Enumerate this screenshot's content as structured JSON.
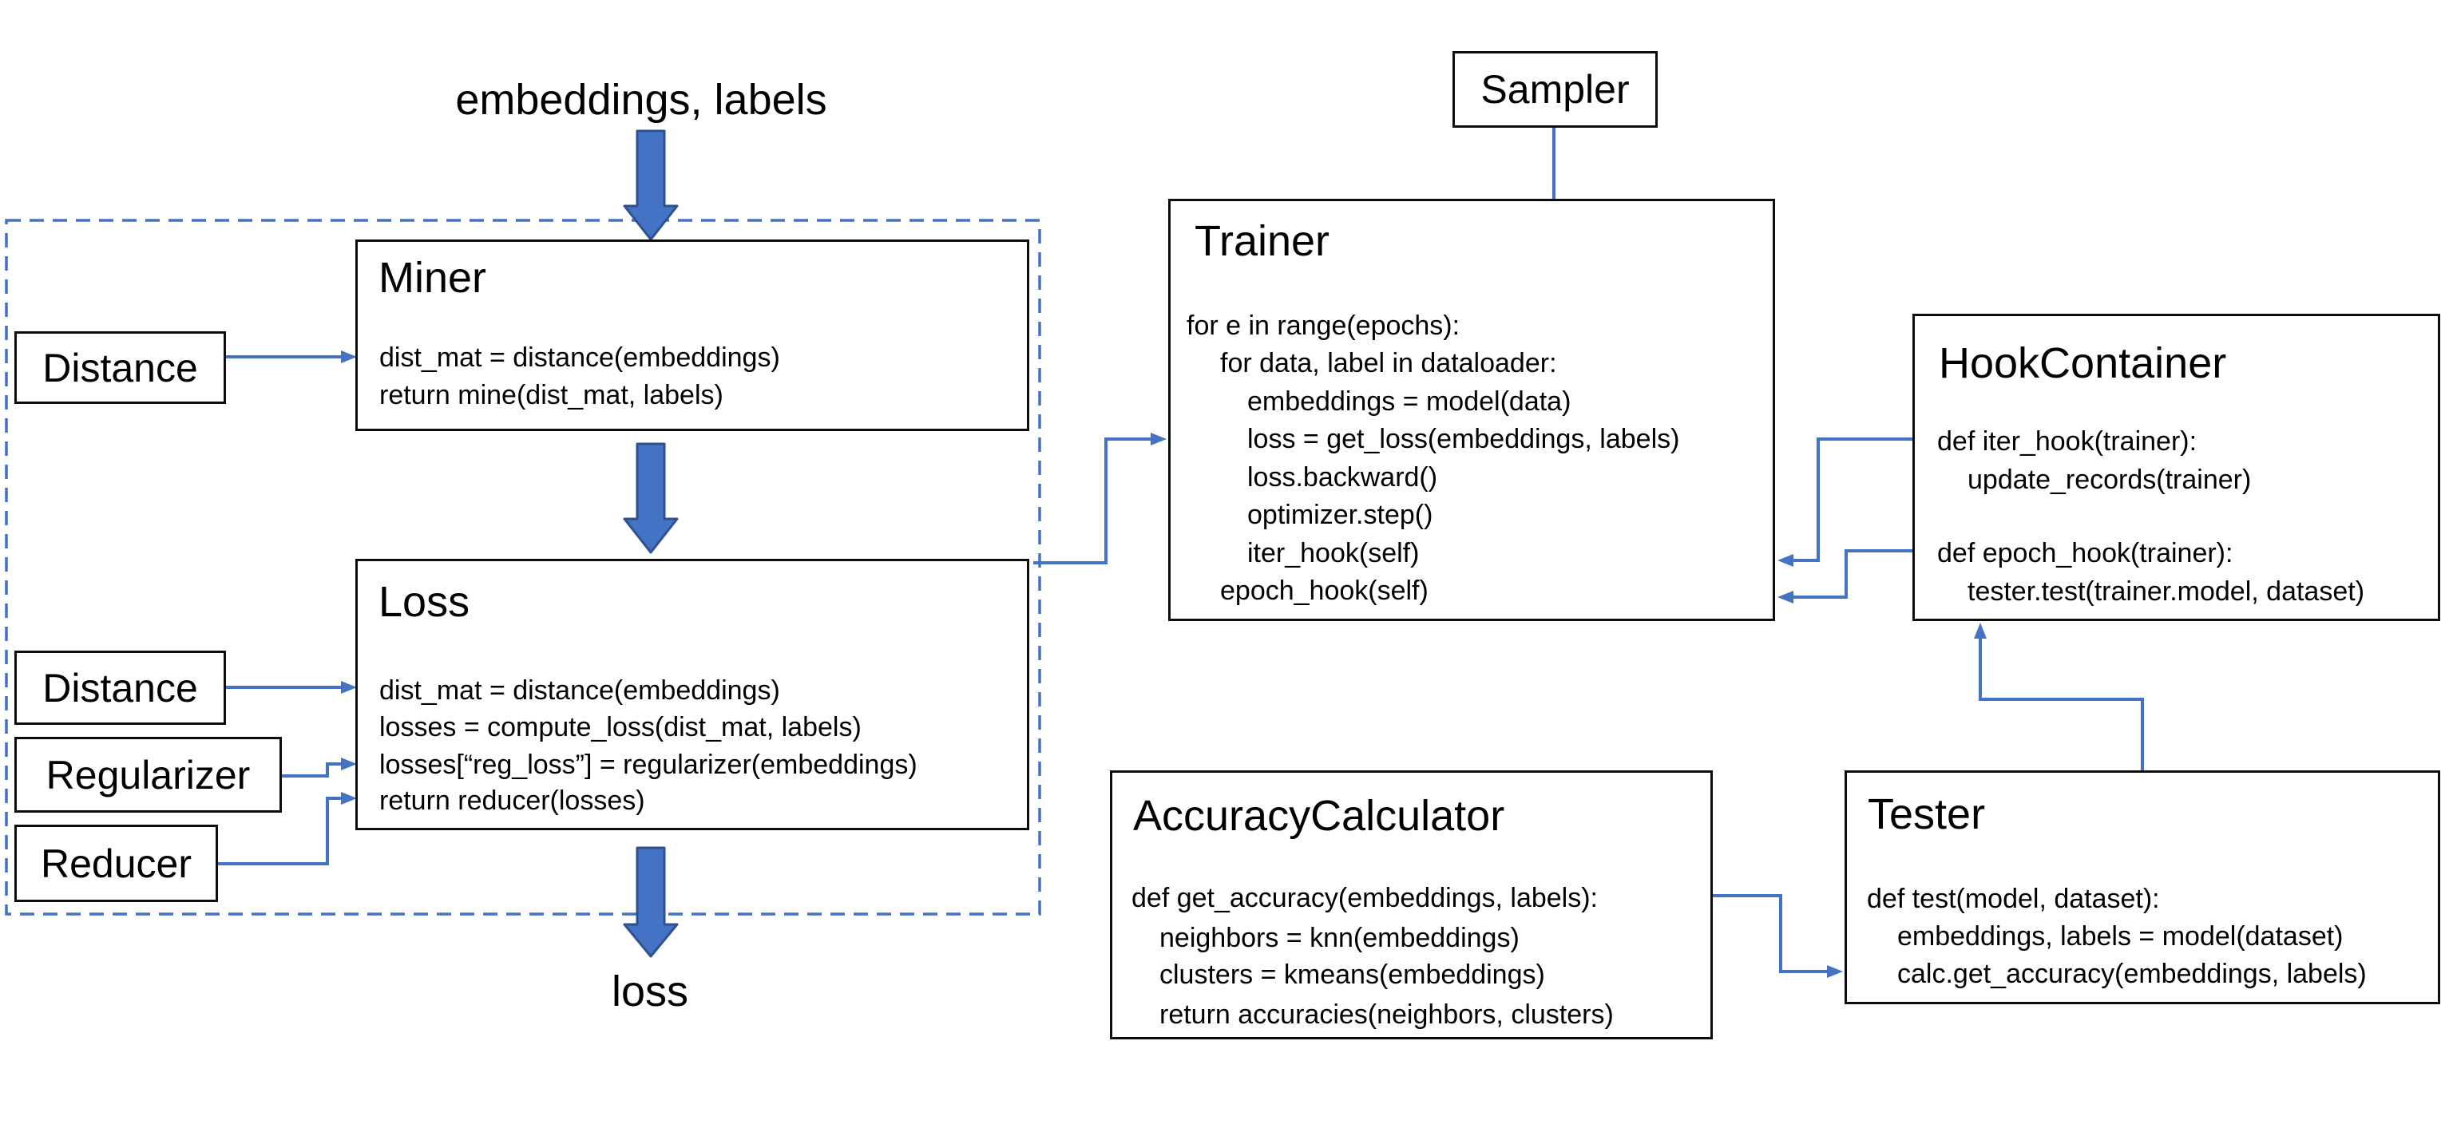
{
  "labels": {
    "input": "embeddings, labels",
    "output": "loss"
  },
  "boxes": {
    "miner": {
      "title": "Miner",
      "lines": [
        "dist_mat = distance(embeddings)",
        "return mine(dist_mat, labels)"
      ]
    },
    "loss": {
      "title": "Loss",
      "lines": [
        "dist_mat = distance(embeddings)",
        "losses = compute_loss(dist_mat, labels)",
        "losses[“reg_loss”] = regularizer(embeddings)",
        "return reducer(losses)"
      ]
    },
    "distance_miner": {
      "title": "Distance"
    },
    "distance_loss": {
      "title": "Distance"
    },
    "regularizer": {
      "title": "Regularizer"
    },
    "reducer": {
      "title": "Reducer"
    },
    "sampler": {
      "title": "Sampler"
    },
    "trainer": {
      "title": "Trainer",
      "lines": [
        "for e in range(epochs):",
        "for data, label in dataloader:",
        "embeddings = model(data)",
        "loss = get_loss(embeddings, labels)",
        "loss.backward()",
        "optimizer.step()",
        "iter_hook(self)",
        "epoch_hook(self)"
      ]
    },
    "hook_container": {
      "title": "HookContainer",
      "lines": [
        "def iter_hook(trainer):",
        "update_records(trainer)",
        "def epoch_hook(trainer):",
        "tester.test(trainer.model, dataset)"
      ]
    },
    "accuracy_calculator": {
      "title": "AccuracyCalculator",
      "lines": [
        "def get_accuracy(embeddings, labels):",
        "neighbors = knn(embeddings)",
        "clusters = kmeans(embeddings)",
        "return accuracies(neighbors, clusters)"
      ]
    },
    "tester": {
      "title": "Tester",
      "lines": [
        "def test(model, dataset):",
        "embeddings, labels = model(dataset)",
        "calc.get_accuracy(embeddings, labels)"
      ]
    }
  },
  "colors": {
    "arrow_blue": "#4472C4",
    "arrow_blue_dark": "#2F528F",
    "box_border": "#0d0d0d",
    "text": "#000000",
    "background": "#ffffff"
  }
}
